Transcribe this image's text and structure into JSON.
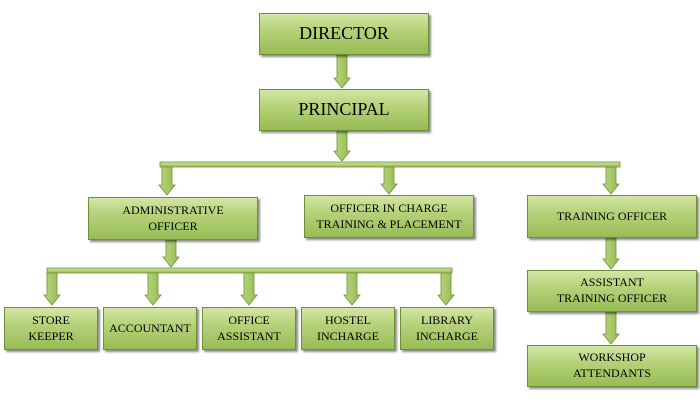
{
  "nodes": {
    "director": "DIRECTOR",
    "principal": "PRINCIPAL",
    "administrative_officer": "ADMINISTRATIVE\nOFFICER",
    "officer_in_charge": "OFFICER IN CHARGE\nTRAINING & PLACEMENT",
    "training_officer": "TRAINING OFFICER",
    "store_keeper": "STORE\nKEEPER",
    "accountant": "ACCOUNTANT",
    "office_assistant": "OFFICE\nASSISTANT",
    "hostel_incharge": "HOSTEL\nINCHARGE",
    "library_incharge": "LIBRARY\nINCHARGE",
    "assistant_training_officer": "ASSISTANT\nTRAINING OFFICER",
    "workshop_attendants": "WORKSHOP\nATTENDANTS"
  },
  "colors": {
    "box_light": "#d3e6a3",
    "box_dark": "#97bc55",
    "border": "#6e8f3a",
    "arrow_fill": "#a9cb6a",
    "arrow_stroke": "#6e8f3a"
  }
}
